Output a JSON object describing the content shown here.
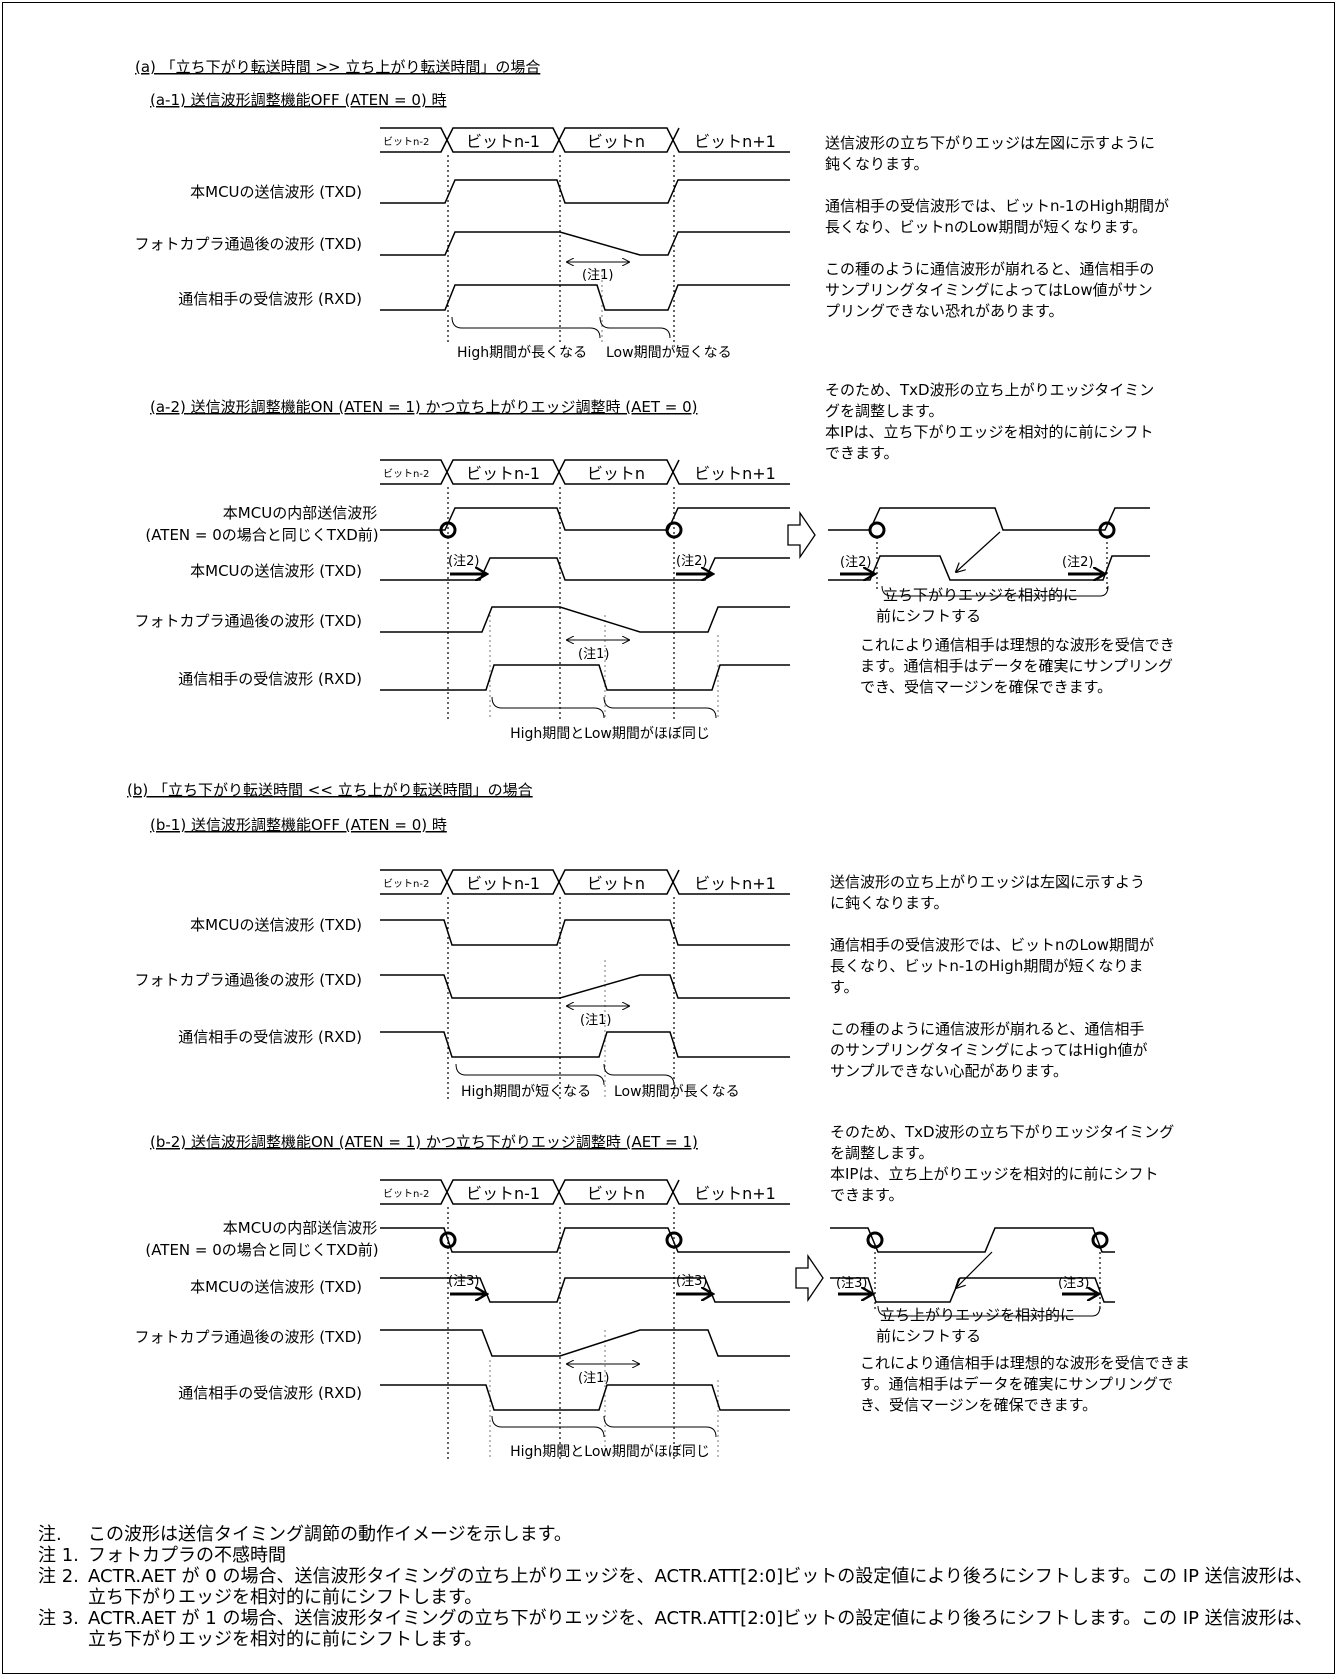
{
  "sections": {
    "a_title": "(a) 「立ち下がり転送時間 >> 立ち上がり転送時間」の場合",
    "a1_title": "(a-1) 送信波形調整機能OFF (ATEN = 0) 時",
    "a2_title": "(a-2) 送信波形調整機能ON (ATEN = 1) かつ立ち上がりエッジ調整時 (AET = 0)",
    "b_title": "(b) 「立ち下がり転送時間 << 立ち上がり転送時間」の場合",
    "b1_title": "(b-1) 送信波形調整機能OFF (ATEN = 0) 時",
    "b2_title": "(b-2) 送信波形調整機能ON (ATEN = 1) かつ立ち下がりエッジ調整時 (AET = 1)"
  },
  "bits": [
    "ビットn-2",
    "ビットn-1",
    "ビットn",
    "ビットn+1"
  ],
  "signals": {
    "mcu_txd": "本MCUの送信波形 (TXD)",
    "photo_txd": "フォトカプラ通過後の波形 (TXD)",
    "partner_rxd": "通信相手の受信波形 (RXD)",
    "internal_1": "本MCUの内部送信波形",
    "internal_2": "(ATEN = 0の場合と同じくTXD前)"
  },
  "labels": {
    "note1": "(注1)",
    "note2": "(注2)",
    "note3": "(注3)",
    "a1_high": "High期間が長くなる",
    "a1_low": "Low期間が短くなる",
    "b1_high": "High期間が短くなる",
    "b1_low": "Low期間が長くなる",
    "same": "High期間とLow期間がほぼ同じ",
    "shift_fall_1": "立ち下がりエッジを相対的に",
    "shift_fall_2": "前にシフトする",
    "shift_rise_1": "立ち上がりエッジを相対的に",
    "shift_rise_2": "前にシフトする"
  },
  "right_text": {
    "a1": [
      "送信波形の立ち下がりエッジは左図に示すように",
      "鈍くなります。",
      "",
      "通信相手の受信波形では、ビットn-1のHigh期間が",
      "長くなり、ビットnのLow期間が短くなります。",
      "",
      "この種のように通信波形が崩れると、通信相手の",
      "サンプリングタイミングによってはLow値がサン",
      "プリングできない恐れがあります。"
    ],
    "a2": [
      "そのため、TxD波形の立ち上がりエッジタイミン",
      "グを調整します。",
      "本IPは、立ち下がりエッジを相対的に前にシフト",
      "できます。"
    ],
    "a2_result": [
      "これにより通信相手は理想的な波形を受信でき",
      "ます。通信相手はデータを確実にサンプリング",
      "でき、受信マージンを確保できます。"
    ],
    "b1": [
      "送信波形の立ち上がりエッジは左図に示すよう",
      "に鈍くなります。",
      "",
      "通信相手の受信波形では、ビットnのLow期間が",
      "長くなり、ビットn-1のHigh期間が短くなりま",
      "す。",
      "",
      "この種のように通信波形が崩れると、通信相手",
      "のサンプリングタイミングによってはHigh値が",
      "サンプルできない心配があります。"
    ],
    "b2": [
      "そのため、TxD波形の立ち下がりエッジタイミング",
      "を調整します。",
      "本IPは、立ち上がりエッジを相対的に前にシフト",
      "できます。"
    ],
    "b2_result": [
      "これにより通信相手は理想的な波形を受信できま",
      "す。通信相手はデータを確実にサンプリングで",
      "き、受信マージンを確保できます。"
    ]
  },
  "notes": [
    {
      "mark": "注.",
      "text": "この波形は送信タイミング調節の動作イメージを示します。"
    },
    {
      "mark": "注 1.",
      "text": "フォトカプラの不感時間"
    },
    {
      "mark": "注 2.",
      "text": "ACTR.AET が 0 の場合、送信波形タイミングの立ち上がりエッジを、ACTR.ATT[2:0]ビットの設定値により後ろにシフトします。この IP 送信波形は、立ち下がりエッジを相対的に前にシフトします。"
    },
    {
      "mark": "注 3.",
      "text": "ACTR.AET が 1 の場合、送信波形タイミングの立ち下がりエッジを、ACTR.ATT[2:0]ビットの設定値により後ろにシフトします。この IP 送信波形は、立ち下がりエッジを相対的に前にシフトします。"
    }
  ]
}
